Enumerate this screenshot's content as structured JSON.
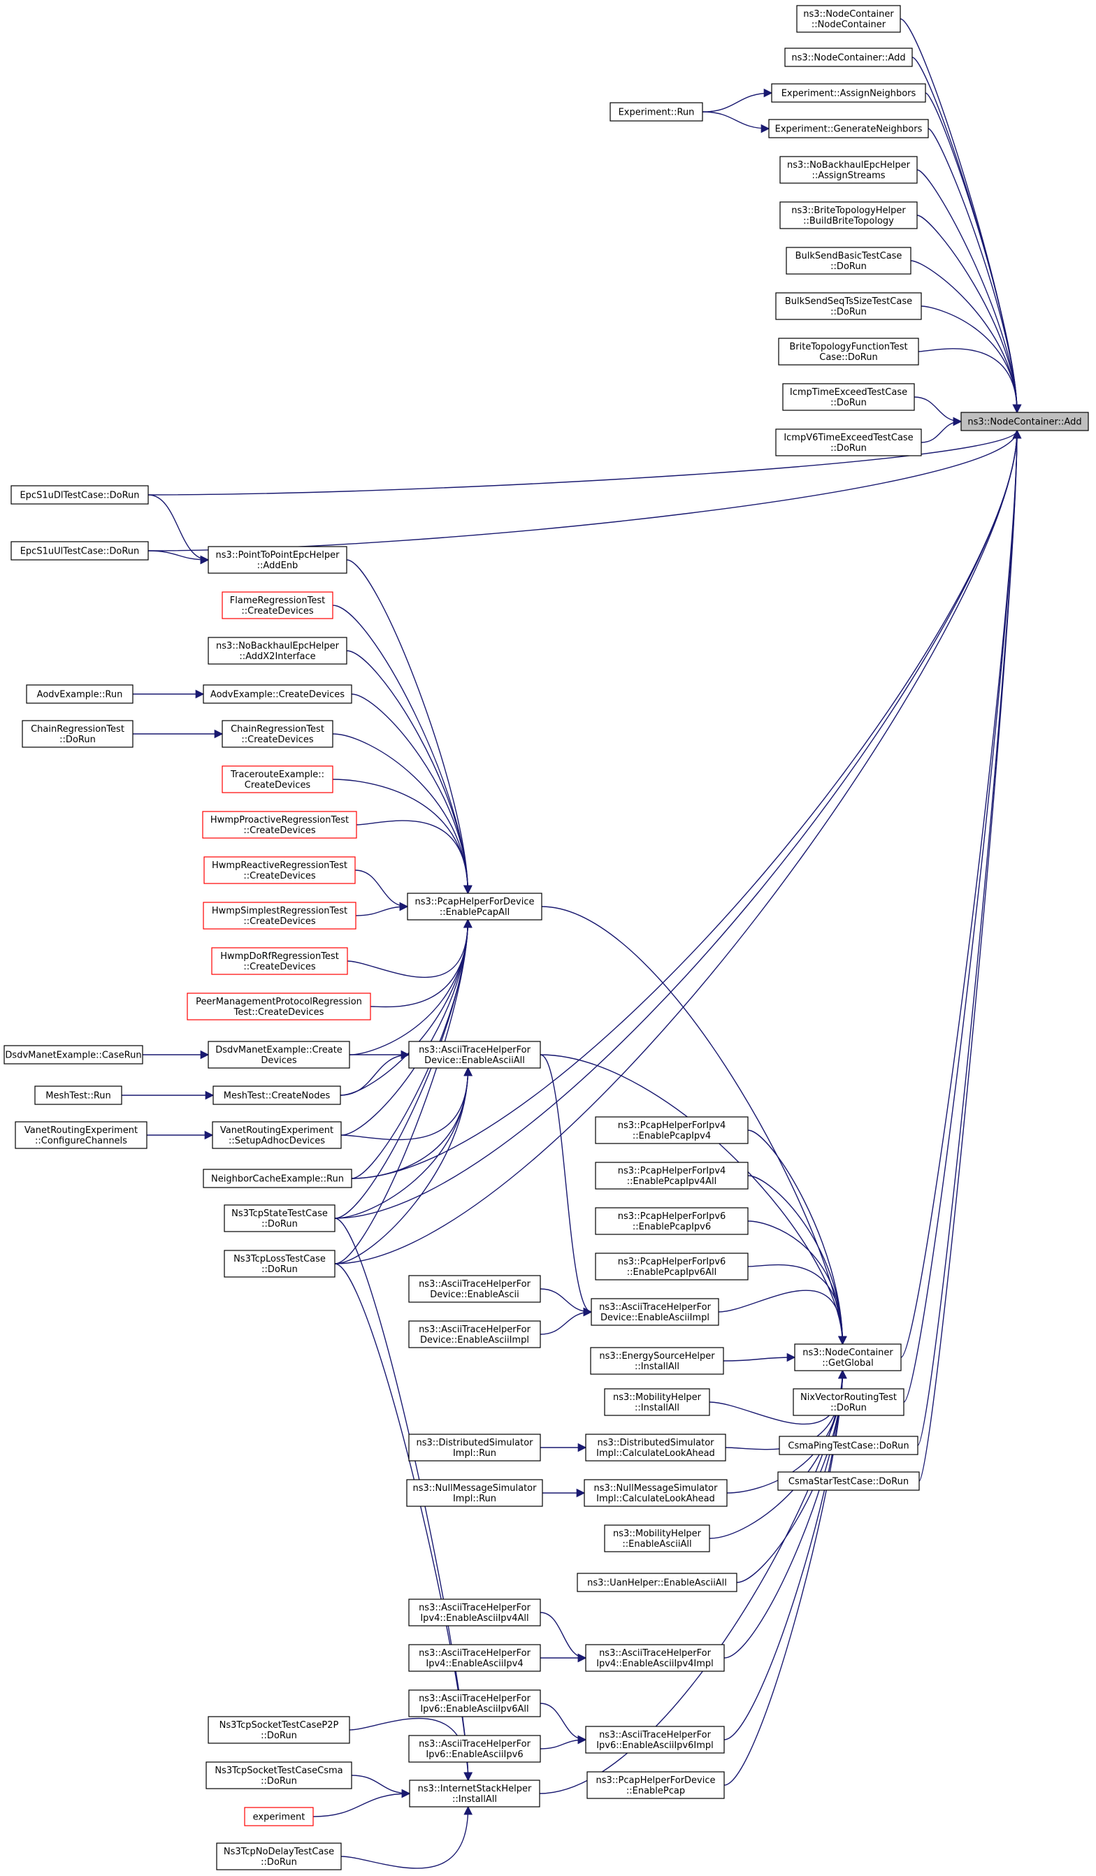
{
  "colors": {
    "edge": "#191970",
    "normal_border": "#000000",
    "truncated_border": "#ff0000",
    "focus_fill": "#bfbfbf",
    "node_fill": "#ffffff"
  },
  "focus": "n_add",
  "nodes": [
    {
      "id": "n_add",
      "lines": [
        "ns3::NodeContainer::Add"
      ],
      "style": "focus"
    },
    {
      "id": "n_nc_ctor",
      "lines": [
        "ns3::NodeContainer",
        "::NodeContainer"
      ],
      "style": "normal"
    },
    {
      "id": "n_nc_add2",
      "lines": [
        "ns3::NodeContainer::Add"
      ],
      "style": "normal"
    },
    {
      "id": "n_exp_assign",
      "lines": [
        "Experiment::AssignNeighbors"
      ],
      "style": "normal"
    },
    {
      "id": "n_exp_gen",
      "lines": [
        "Experiment::GenerateNeighbors"
      ],
      "style": "normal"
    },
    {
      "id": "n_exp_run",
      "lines": [
        "Experiment::Run"
      ],
      "style": "normal"
    },
    {
      "id": "n_nobackhaul_assign",
      "lines": [
        "ns3::NoBackhaulEpcHelper",
        "::AssignStreams"
      ],
      "style": "normal"
    },
    {
      "id": "n_brite_build",
      "lines": [
        "ns3::BriteTopologyHelper",
        "::BuildBriteTopology"
      ],
      "style": "normal"
    },
    {
      "id": "n_bulk_basic",
      "lines": [
        "BulkSendBasicTestCase",
        "::DoRun"
      ],
      "style": "normal"
    },
    {
      "id": "n_bulk_seq",
      "lines": [
        "BulkSendSeqTsSizeTestCase",
        "::DoRun"
      ],
      "style": "normal"
    },
    {
      "id": "n_brite_func",
      "lines": [
        "BriteTopologyFunctionTest",
        "Case::DoRun"
      ],
      "style": "normal"
    },
    {
      "id": "n_icmp",
      "lines": [
        "IcmpTimeExceedTestCase",
        "::DoRun"
      ],
      "style": "normal"
    },
    {
      "id": "n_icmpv6",
      "lines": [
        "IcmpV6TimeExceedTestCase",
        "::DoRun"
      ],
      "style": "normal"
    },
    {
      "id": "n_epcdl",
      "lines": [
        "EpcS1uDlTestCase::DoRun"
      ],
      "style": "normal"
    },
    {
      "id": "n_epcul",
      "lines": [
        "EpcS1uUlTestCase::DoRun"
      ],
      "style": "normal"
    },
    {
      "id": "n_p2p_addenb",
      "lines": [
        "ns3::PointToPointEpcHelper",
        "::AddEnb"
      ],
      "style": "normal"
    },
    {
      "id": "n_flame",
      "lines": [
        "FlameRegressionTest",
        "::CreateDevices"
      ],
      "style": "truncated"
    },
    {
      "id": "n_nobackhaul_x2",
      "lines": [
        "ns3::NoBackhaulEpcHelper",
        "::AddX2Interface"
      ],
      "style": "normal"
    },
    {
      "id": "n_aodv_run",
      "lines": [
        "AodvExample::Run"
      ],
      "style": "normal"
    },
    {
      "id": "n_aodv_cd",
      "lines": [
        "AodvExample::CreateDevices"
      ],
      "style": "normal"
    },
    {
      "id": "n_chain_dorun",
      "lines": [
        "ChainRegressionTest",
        "::DoRun"
      ],
      "style": "normal"
    },
    {
      "id": "n_chain_cd",
      "lines": [
        "ChainRegressionTest",
        "::CreateDevices"
      ],
      "style": "normal"
    },
    {
      "id": "n_traceroute",
      "lines": [
        "TracerouteExample::",
        "CreateDevices"
      ],
      "style": "truncated"
    },
    {
      "id": "n_hwmp_pro",
      "lines": [
        "HwmpProactiveRegressionTest",
        "::CreateDevices"
      ],
      "style": "truncated"
    },
    {
      "id": "n_hwmp_rea",
      "lines": [
        "HwmpReactiveRegressionTest",
        "::CreateDevices"
      ],
      "style": "truncated"
    },
    {
      "id": "n_hwmp_sim",
      "lines": [
        "HwmpSimplestRegressionTest",
        "::CreateDevices"
      ],
      "style": "truncated"
    },
    {
      "id": "n_hwmp_dorf",
      "lines": [
        "HwmpDoRfRegressionTest",
        "::CreateDevices"
      ],
      "style": "truncated"
    },
    {
      "id": "n_peer",
      "lines": [
        "PeerManagementProtocolRegression",
        "Test::CreateDevices"
      ],
      "style": "truncated"
    },
    {
      "id": "n_pcap_dev_all",
      "lines": [
        "ns3::PcapHelperForDevice",
        "::EnablePcapAll"
      ],
      "style": "normal"
    },
    {
      "id": "n_dsdv_case",
      "lines": [
        "DsdvManetExample::CaseRun"
      ],
      "style": "normal"
    },
    {
      "id": "n_dsdv_cd",
      "lines": [
        "DsdvManetExample::Create",
        "Devices"
      ],
      "style": "normal"
    },
    {
      "id": "n_ascii_dev_all",
      "lines": [
        "ns3::AsciiTraceHelperFor",
        "Device::EnableAsciiAll"
      ],
      "style": "normal"
    },
    {
      "id": "n_mesh_run",
      "lines": [
        "MeshTest::Run"
      ],
      "style": "normal"
    },
    {
      "id": "n_mesh_cn",
      "lines": [
        "MeshTest::CreateNodes"
      ],
      "style": "normal"
    },
    {
      "id": "n_vanet_cc",
      "lines": [
        "VanetRoutingExperiment",
        "::ConfigureChannels"
      ],
      "style": "normal"
    },
    {
      "id": "n_vanet_sad",
      "lines": [
        "VanetRoutingExperiment",
        "::SetupAdhocDevices"
      ],
      "style": "normal"
    },
    {
      "id": "n_neighbor",
      "lines": [
        "NeighborCacheExample::Run"
      ],
      "style": "normal"
    },
    {
      "id": "n_tcp_state",
      "lines": [
        "Ns3TcpStateTestCase",
        "::DoRun"
      ],
      "style": "normal"
    },
    {
      "id": "n_tcp_loss",
      "lines": [
        "Ns3TcpLossTestCase",
        "::DoRun"
      ],
      "style": "normal"
    },
    {
      "id": "n_pcap_ipv4",
      "lines": [
        "ns3::PcapHelperForIpv4",
        "::EnablePcapIpv4"
      ],
      "style": "normal"
    },
    {
      "id": "n_pcap_ipv4all",
      "lines": [
        "ns3::PcapHelperForIpv4",
        "::EnablePcapIpv4All"
      ],
      "style": "normal"
    },
    {
      "id": "n_pcap_ipv6",
      "lines": [
        "ns3::PcapHelperForIpv6",
        "::EnablePcapIpv6"
      ],
      "style": "normal"
    },
    {
      "id": "n_pcap_ipv6all",
      "lines": [
        "ns3::PcapHelperForIpv6",
        "::EnablePcapIpv6All"
      ],
      "style": "normal"
    },
    {
      "id": "n_ascii_dev",
      "lines": [
        "ns3::AsciiTraceHelperFor",
        "Device::EnableAscii"
      ],
      "style": "normal"
    },
    {
      "id": "n_ascii_dev_impl",
      "lines": [
        "ns3::AsciiTraceHelperFor",
        "Device::EnableAsciiImpl"
      ],
      "style": "normal"
    },
    {
      "id": "n_ascii_dev_impl2",
      "lines": [
        "ns3::AsciiTraceHelperFor",
        "Device::EnableAsciiImpl"
      ],
      "style": "normal"
    },
    {
      "id": "n_nc_getglobal",
      "lines": [
        "ns3::NodeContainer",
        "::GetGlobal"
      ],
      "style": "normal"
    },
    {
      "id": "n_energy",
      "lines": [
        "ns3::EnergySourceHelper",
        "::InstallAll"
      ],
      "style": "normal"
    },
    {
      "id": "n_mob_install",
      "lines": [
        "ns3::MobilityHelper",
        "::InstallAll"
      ],
      "style": "normal"
    },
    {
      "id": "n_nixvector",
      "lines": [
        "NixVectorRoutingTest",
        "::DoRun"
      ],
      "style": "normal"
    },
    {
      "id": "n_csma_ping",
      "lines": [
        "CsmaPingTestCase::DoRun"
      ],
      "style": "normal"
    },
    {
      "id": "n_csma_star",
      "lines": [
        "CsmaStarTestCase::DoRun"
      ],
      "style": "normal"
    },
    {
      "id": "n_dist_run",
      "lines": [
        "ns3::DistributedSimulator",
        "Impl::Run"
      ],
      "style": "normal"
    },
    {
      "id": "n_dist_calc",
      "lines": [
        "ns3::DistributedSimulator",
        "Impl::CalculateLookAhead"
      ],
      "style": "normal"
    },
    {
      "id": "n_null_run",
      "lines": [
        "ns3::NullMessageSimulator",
        "Impl::Run"
      ],
      "style": "normal"
    },
    {
      "id": "n_null_calc",
      "lines": [
        "ns3::NullMessageSimulator",
        "Impl::CalculateLookAhead"
      ],
      "style": "normal"
    },
    {
      "id": "n_mob_ascii",
      "lines": [
        "ns3::MobilityHelper",
        "::EnableAsciiAll"
      ],
      "style": "normal"
    },
    {
      "id": "n_uan_ascii",
      "lines": [
        "ns3::UanHelper::EnableAsciiAll"
      ],
      "style": "normal"
    },
    {
      "id": "n_ascii_ipv4all",
      "lines": [
        "ns3::AsciiTraceHelperFor",
        "Ipv4::EnableAsciiIpv4All"
      ],
      "style": "normal"
    },
    {
      "id": "n_ascii_ipv4",
      "lines": [
        "ns3::AsciiTraceHelperFor",
        "Ipv4::EnableAsciiIpv4"
      ],
      "style": "normal"
    },
    {
      "id": "n_ascii_ipv4impl",
      "lines": [
        "ns3::AsciiTraceHelperFor",
        "Ipv4::EnableAsciiIpv4Impl"
      ],
      "style": "normal"
    },
    {
      "id": "n_ascii_ipv6all",
      "lines": [
        "ns3::AsciiTraceHelperFor",
        "Ipv6::EnableAsciiIpv6All"
      ],
      "style": "normal"
    },
    {
      "id": "n_ascii_ipv6",
      "lines": [
        "ns3::AsciiTraceHelperFor",
        "Ipv6::EnableAsciiIpv6"
      ],
      "style": "normal"
    },
    {
      "id": "n_ascii_ipv6impl",
      "lines": [
        "ns3::AsciiTraceHelperFor",
        "Ipv6::EnableAsciiIpv6Impl"
      ],
      "style": "normal"
    },
    {
      "id": "n_pcap_dev",
      "lines": [
        "ns3::PcapHelperForDevice",
        "::EnablePcap"
      ],
      "style": "normal"
    },
    {
      "id": "n_sock_p2p",
      "lines": [
        "Ns3TcpSocketTestCaseP2P",
        "::DoRun"
      ],
      "style": "normal"
    },
    {
      "id": "n_sock_csma",
      "lines": [
        "Ns3TcpSocketTestCaseCsma",
        "::DoRun"
      ],
      "style": "normal"
    },
    {
      "id": "n_experiment",
      "lines": [
        "experiment"
      ],
      "style": "truncated"
    },
    {
      "id": "n_nodelay",
      "lines": [
        "Ns3TcpNoDelayTestCase",
        "::DoRun"
      ],
      "style": "normal"
    },
    {
      "id": "n_inet_install",
      "lines": [
        "ns3::InternetStackHelper",
        "::InstallAll"
      ],
      "style": "normal"
    }
  ],
  "edges": [
    [
      "n_nc_ctor",
      "n_add"
    ],
    [
      "n_nc_add2",
      "n_add"
    ],
    [
      "n_exp_assign",
      "n_add"
    ],
    [
      "n_exp_gen",
      "n_add"
    ],
    [
      "n_nobackhaul_assign",
      "n_add"
    ],
    [
      "n_brite_build",
      "n_add"
    ],
    [
      "n_bulk_basic",
      "n_add"
    ],
    [
      "n_bulk_seq",
      "n_add"
    ],
    [
      "n_brite_func",
      "n_add"
    ],
    [
      "n_icmp",
      "n_add"
    ],
    [
      "n_icmpv6",
      "n_add"
    ],
    [
      "n_epcdl",
      "n_add"
    ],
    [
      "n_epcul",
      "n_add"
    ],
    [
      "n_nc_getglobal",
      "n_add"
    ],
    [
      "n_nixvector",
      "n_add"
    ],
    [
      "n_csma_ping",
      "n_add"
    ],
    [
      "n_csma_star",
      "n_add"
    ],
    [
      "n_neighbor",
      "n_add"
    ],
    [
      "n_tcp_state",
      "n_add"
    ],
    [
      "n_tcp_loss",
      "n_add"
    ],
    [
      "n_exp_run",
      "n_exp_assign"
    ],
    [
      "n_exp_run",
      "n_exp_gen"
    ],
    [
      "n_epcdl",
      "n_p2p_addenb"
    ],
    [
      "n_epcul",
      "n_p2p_addenb"
    ],
    [
      "n_p2p_addenb",
      "n_pcap_dev_all"
    ],
    [
      "n_flame",
      "n_pcap_dev_all"
    ],
    [
      "n_nobackhaul_x2",
      "n_pcap_dev_all"
    ],
    [
      "n_aodv_cd",
      "n_pcap_dev_all"
    ],
    [
      "n_chain_cd",
      "n_pcap_dev_all"
    ],
    [
      "n_traceroute",
      "n_pcap_dev_all"
    ],
    [
      "n_hwmp_pro",
      "n_pcap_dev_all"
    ],
    [
      "n_hwmp_rea",
      "n_pcap_dev_all"
    ],
    [
      "n_hwmp_sim",
      "n_pcap_dev_all"
    ],
    [
      "n_hwmp_dorf",
      "n_pcap_dev_all"
    ],
    [
      "n_peer",
      "n_pcap_dev_all"
    ],
    [
      "n_dsdv_cd",
      "n_pcap_dev_all"
    ],
    [
      "n_mesh_cn",
      "n_pcap_dev_all"
    ],
    [
      "n_vanet_sad",
      "n_pcap_dev_all"
    ],
    [
      "n_neighbor",
      "n_pcap_dev_all"
    ],
    [
      "n_tcp_state",
      "n_pcap_dev_all"
    ],
    [
      "n_tcp_loss",
      "n_pcap_dev_all"
    ],
    [
      "n_aodv_run",
      "n_aodv_cd"
    ],
    [
      "n_chain_dorun",
      "n_chain_cd"
    ],
    [
      "n_dsdv_case",
      "n_dsdv_cd"
    ],
    [
      "n_mesh_run",
      "n_mesh_cn"
    ],
    [
      "n_vanet_cc",
      "n_vanet_sad"
    ],
    [
      "n_dsdv_cd",
      "n_ascii_dev_all"
    ],
    [
      "n_mesh_cn",
      "n_ascii_dev_all"
    ],
    [
      "n_vanet_sad",
      "n_ascii_dev_all"
    ],
    [
      "n_neighbor",
      "n_ascii_dev_all"
    ],
    [
      "n_tcp_state",
      "n_ascii_dev_all"
    ],
    [
      "n_tcp_loss",
      "n_ascii_dev_all"
    ],
    [
      "n_ascii_dev_all",
      "n_ascii_dev_impl"
    ],
    [
      "n_ascii_dev",
      "n_ascii_dev_impl"
    ],
    [
      "n_ascii_dev_impl2",
      "n_ascii_dev_impl"
    ],
    [
      "n_pcap_dev_all",
      "n_nc_getglobal"
    ],
    [
      "n_ascii_dev_all",
      "n_nc_getglobal"
    ],
    [
      "n_pcap_ipv4",
      "n_nc_getglobal"
    ],
    [
      "n_pcap_ipv4all",
      "n_nc_getglobal"
    ],
    [
      "n_pcap_ipv6",
      "n_nc_getglobal"
    ],
    [
      "n_pcap_ipv6all",
      "n_nc_getglobal"
    ],
    [
      "n_ascii_dev_impl",
      "n_nc_getglobal"
    ],
    [
      "n_energy",
      "n_nc_getglobal"
    ],
    [
      "n_mob_install",
      "n_nc_getglobal"
    ],
    [
      "n_dist_calc",
      "n_nc_getglobal"
    ],
    [
      "n_null_calc",
      "n_nc_getglobal"
    ],
    [
      "n_mob_ascii",
      "n_nc_getglobal"
    ],
    [
      "n_uan_ascii",
      "n_nc_getglobal"
    ],
    [
      "n_ascii_ipv4impl",
      "n_nc_getglobal"
    ],
    [
      "n_ascii_ipv6impl",
      "n_nc_getglobal"
    ],
    [
      "n_pcap_dev",
      "n_nc_getglobal"
    ],
    [
      "n_inet_install",
      "n_nc_getglobal"
    ],
    [
      "n_dist_run",
      "n_dist_calc"
    ],
    [
      "n_null_run",
      "n_null_calc"
    ],
    [
      "n_ascii_ipv4all",
      "n_ascii_ipv4impl"
    ],
    [
      "n_ascii_ipv4",
      "n_ascii_ipv4impl"
    ],
    [
      "n_ascii_ipv6all",
      "n_ascii_ipv6impl"
    ],
    [
      "n_ascii_ipv6",
      "n_ascii_ipv6impl"
    ],
    [
      "n_sock_p2p",
      "n_inet_install"
    ],
    [
      "n_sock_csma",
      "n_inet_install"
    ],
    [
      "n_experiment",
      "n_inet_install"
    ],
    [
      "n_nodelay",
      "n_inet_install"
    ],
    [
      "n_tcp_state",
      "n_inet_install"
    ],
    [
      "n_tcp_loss",
      "n_inet_install"
    ]
  ]
}
